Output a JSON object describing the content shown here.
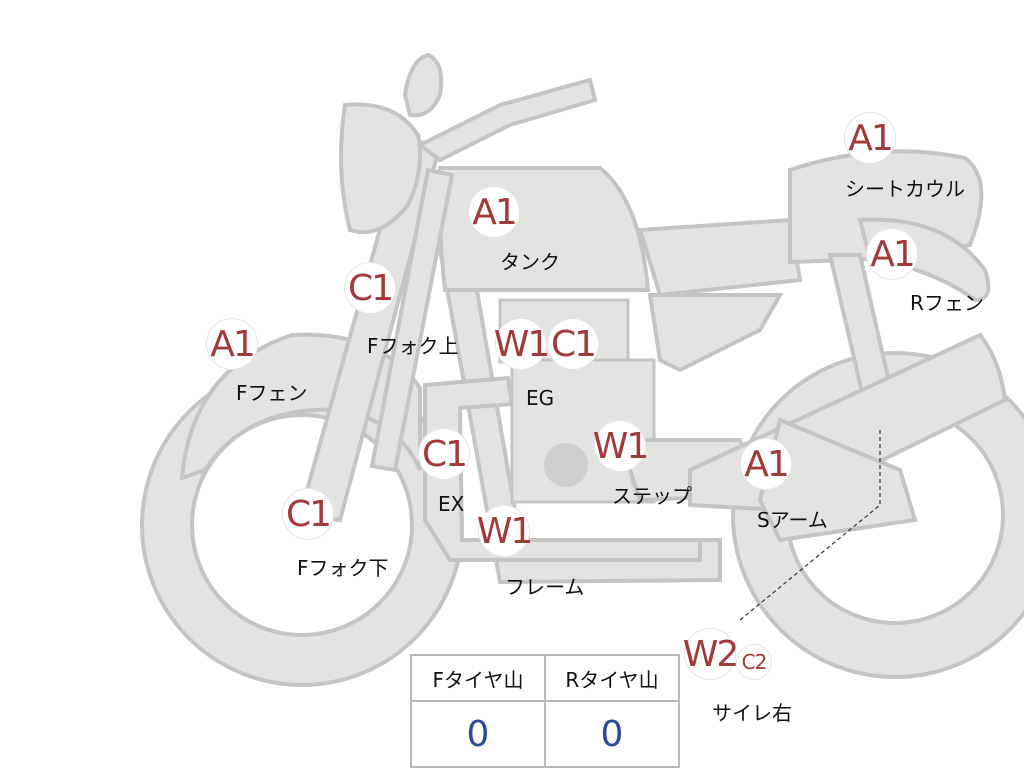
{
  "parts": {
    "tank": {
      "code": "A1",
      "name": "タンク"
    },
    "seat_cowl": {
      "code": "A1",
      "name": "シートカウル"
    },
    "rear_fender": {
      "code": "A1",
      "name": "Rフェン"
    },
    "front_fender": {
      "code": "A1",
      "name": "Fフェン"
    },
    "fork_upper": {
      "code": "C1",
      "name": "Fフォク上"
    },
    "fork_lower": {
      "code": "C1",
      "name": "Fフォク下"
    },
    "engine": {
      "code_w": "W1",
      "code_c": "C1",
      "name": "EG"
    },
    "exhaust": {
      "code": "C1",
      "name": "EX"
    },
    "frame": {
      "code": "W1",
      "name": "フレーム"
    },
    "step": {
      "code": "W1",
      "name": "ステップ"
    },
    "swing_arm": {
      "code": "A1",
      "name": "Sアーム"
    },
    "muffler_right": {
      "code_w": "W2",
      "code_c": "C2",
      "name": "サイレ右"
    }
  },
  "tire_table": {
    "headers": [
      "Fタイヤ山",
      "Rタイヤ山"
    ],
    "values": [
      "0",
      "0"
    ]
  },
  "colors": {
    "code_text": "#a23a3a",
    "value_text": "#2a4a9a",
    "body_fill": "#e3e3e1",
    "body_stroke": "#c4c4c2"
  }
}
